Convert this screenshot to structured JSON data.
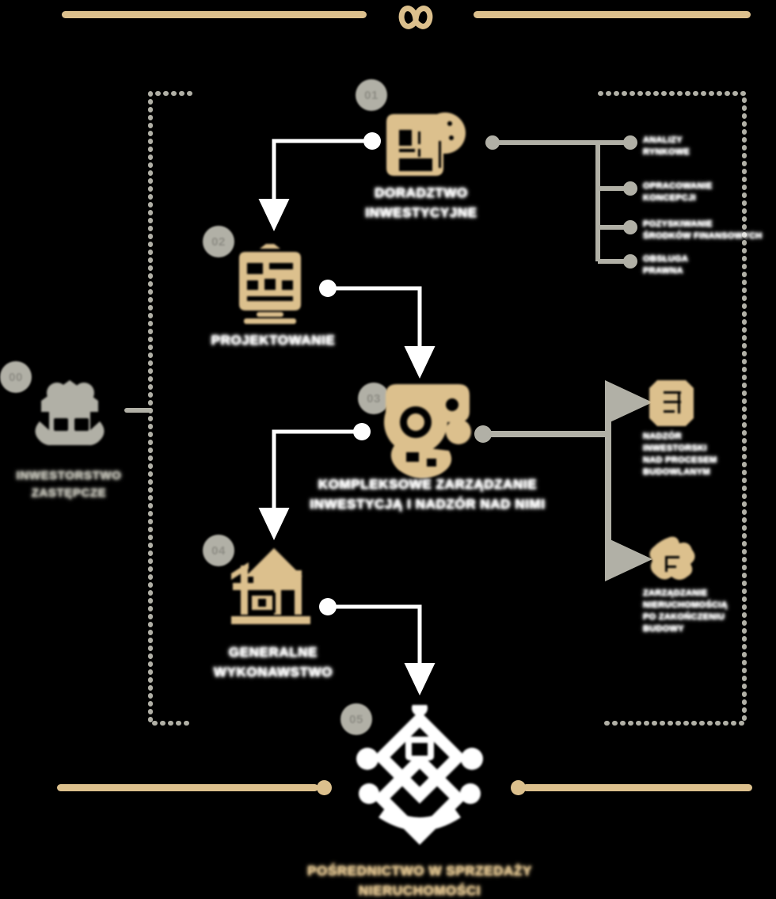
{
  "meta": {
    "background_color": "#000000",
    "gold": "#dcc08d",
    "gray": "#b1b0a6",
    "white": "#ffffff"
  },
  "header": {
    "ornament_icon": "infinity-knot-icon"
  },
  "left_entry": {
    "label": "INWESTORSTWO\nZASTĘPCZE",
    "icon": "handshake-building-icon",
    "badge": "00"
  },
  "steps": [
    {
      "number": "01",
      "label": "DORADZTWO\nINWESTYCYJNE",
      "icon": "document-checklist-icon"
    },
    {
      "number": "02",
      "label": "PROJEKTOWANIE",
      "icon": "blueprint-screen-icon"
    },
    {
      "number": "03",
      "label": "KOMPLEKSOWE ZARZĄDZANIE\nINWESTYCJĄ I NADZÓR NAD NIMI",
      "icon": "gears-management-icon"
    },
    {
      "number": "04",
      "label": "GENERALNE\nWYKONAWSTWO",
      "icon": "construction-crane-icon"
    },
    {
      "number": "05",
      "label": "POŚREDNICTWO W SPRZEDAŻY\nNIERUCHOMOŚCI",
      "icon": "handshake-deal-icon"
    }
  ],
  "advisory_branches": [
    {
      "label": "ANALIZY\nRYNKOWE"
    },
    {
      "label": "OPRACOWANIE\nKONCEPCJI"
    },
    {
      "label": "POZYSKIWANIE\nŚRODKÓW FINANSOWYCH"
    },
    {
      "label": "OBSŁUGA\nPRAWNA"
    }
  ],
  "management_branches": [
    {
      "label": "NADZÓR\nINWESTORSKI\nNAD PROCESEM\nBUDOWLANYM",
      "icon": "clipboard-inspection-icon"
    },
    {
      "label": "ZARZĄDZANIE\nNIERUCHOMOŚCIĄ\nPO ZAKOŃCZENIU\nBUDOWY",
      "icon": "building-manage-icon"
    }
  ]
}
